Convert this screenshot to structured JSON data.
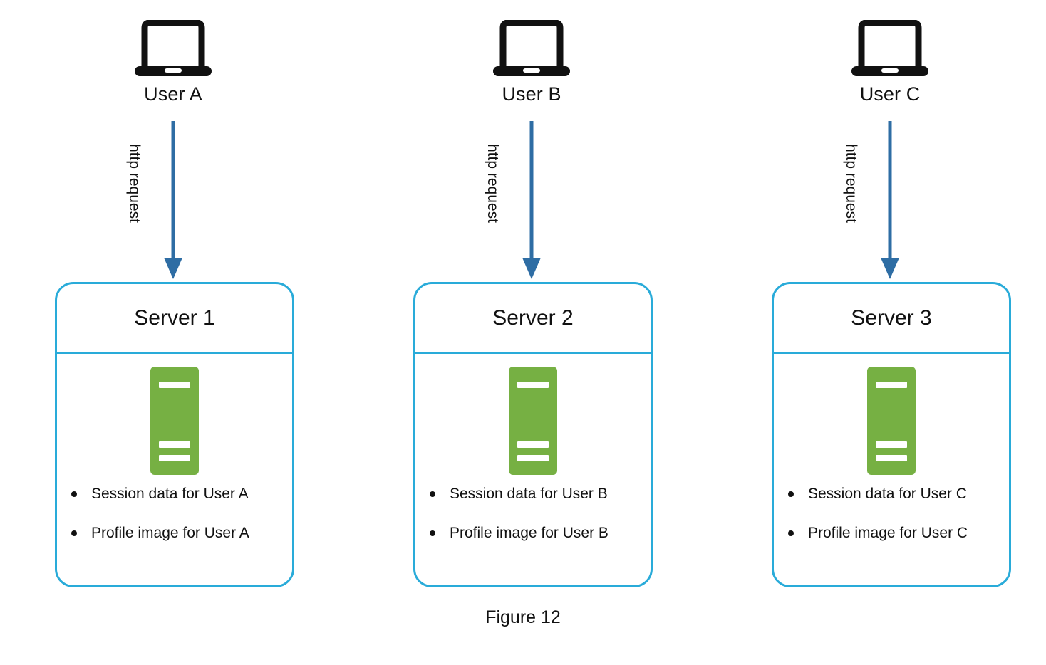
{
  "figure": {
    "caption": "Figure 12",
    "accent_border_color": "#29abd9",
    "arrow_color": "#2e6da4",
    "server_icon_color": "#76b043",
    "text_color": "#111111"
  },
  "columns": [
    {
      "client": {
        "icon": "laptop-icon",
        "label": "User A"
      },
      "arrow": {
        "icon": "down-arrow-icon",
        "label": "http request"
      },
      "server": {
        "title": "Server 1",
        "icon": "server-rack-icon",
        "resources": [
          "Session data for User A",
          "Profile image for User A"
        ]
      }
    },
    {
      "client": {
        "icon": "laptop-icon",
        "label": "User B"
      },
      "arrow": {
        "icon": "down-arrow-icon",
        "label": "http request"
      },
      "server": {
        "title": "Server 2",
        "icon": "server-rack-icon",
        "resources": [
          "Session data for User B",
          "Profile image for User B"
        ]
      }
    },
    {
      "client": {
        "icon": "laptop-icon",
        "label": "User C"
      },
      "arrow": {
        "icon": "down-arrow-icon",
        "label": "http request"
      },
      "server": {
        "title": "Server 3",
        "icon": "server-rack-icon",
        "resources": [
          "Session data for User C",
          "Profile image for User C"
        ]
      }
    }
  ]
}
